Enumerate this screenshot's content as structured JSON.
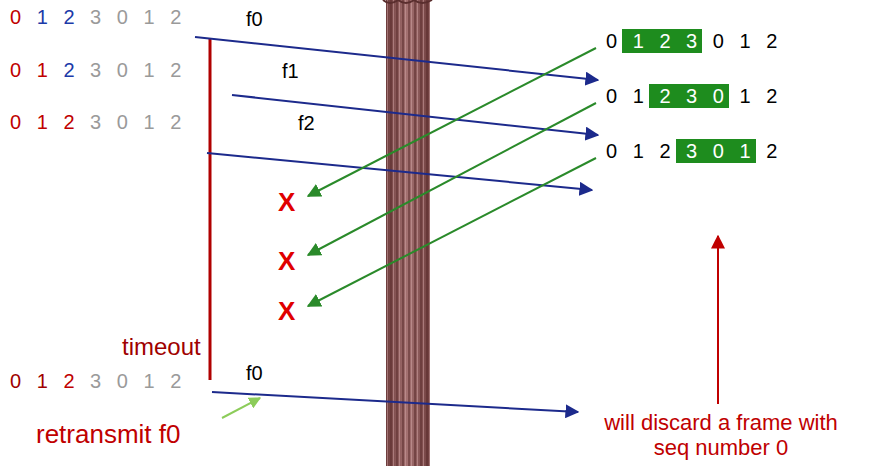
{
  "diagram": {
    "labels": [
      "0 1 2 3 0 1 2",
      "f0",
      "0 1 2 3 0 1 2",
      "0 1 2 3 0 1 2",
      "f1",
      "0 1 2 3 0 1 2",
      "0 1 2 3 0 1 2",
      "f2",
      "0 1 2 3 0 1 2",
      "X",
      "X",
      "X",
      "timeout",
      "0 1 2 3 0 1 2",
      "f0",
      "will discard a frame with seq number 0",
      "retransmit f0"
    ]
  }
}
